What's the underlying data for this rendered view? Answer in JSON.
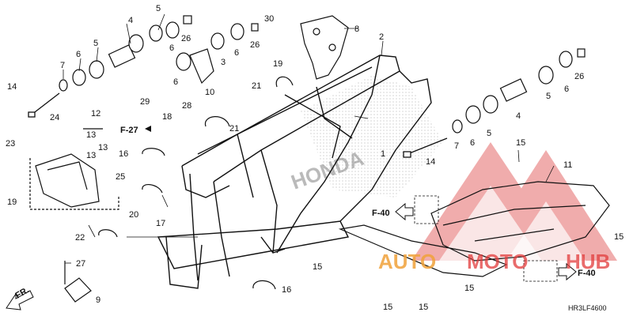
{
  "diagram": {
    "drawing_code": "HR3LF4600",
    "front_indicator": "FR.",
    "brand_text": "HONDA",
    "watermark": {
      "part1": "AUTO",
      "part2": "MOTO",
      "part3": "HUB"
    },
    "colors": {
      "line": "#111111",
      "watermark_red": "#e23c3c",
      "watermark_orange": "#f0a23a",
      "hatch": "#9a9a9a"
    },
    "refs": {
      "f27": "F-27",
      "f40_left": "F-40",
      "f40_right": "F-40"
    },
    "callouts": {
      "c1": "1",
      "c2": "2",
      "c3": "3",
      "c4a": "4",
      "c4b": "4",
      "c5a": "5",
      "c5b": "5",
      "c5c": "5",
      "c5d": "5",
      "c6a": "6",
      "c6b": "6",
      "c6c": "6",
      "c6d": "6",
      "c6e": "6",
      "c6f": "6",
      "c7a": "7",
      "c7b": "7",
      "c8": "8",
      "c9": "9",
      "c10": "10",
      "c11": "11",
      "c12": "12",
      "c13a": "13",
      "c13b": "13",
      "c13c": "13",
      "c14a": "14",
      "c14b": "14",
      "c15a": "15",
      "c15b": "15",
      "c15c": "15",
      "c15d": "15",
      "c15e": "15",
      "c15f": "15",
      "c16a": "16",
      "c16b": "16",
      "c17": "17",
      "c18": "18",
      "c19a": "19",
      "c19b": "19",
      "c20": "20",
      "c21a": "21",
      "c21b": "21",
      "c22": "22",
      "c23": "23",
      "c24": "24",
      "c25": "25",
      "c26a": "26",
      "c26b": "26",
      "c26c": "26",
      "c27": "27",
      "c28": "28",
      "c29": "29",
      "c30": "30"
    }
  }
}
